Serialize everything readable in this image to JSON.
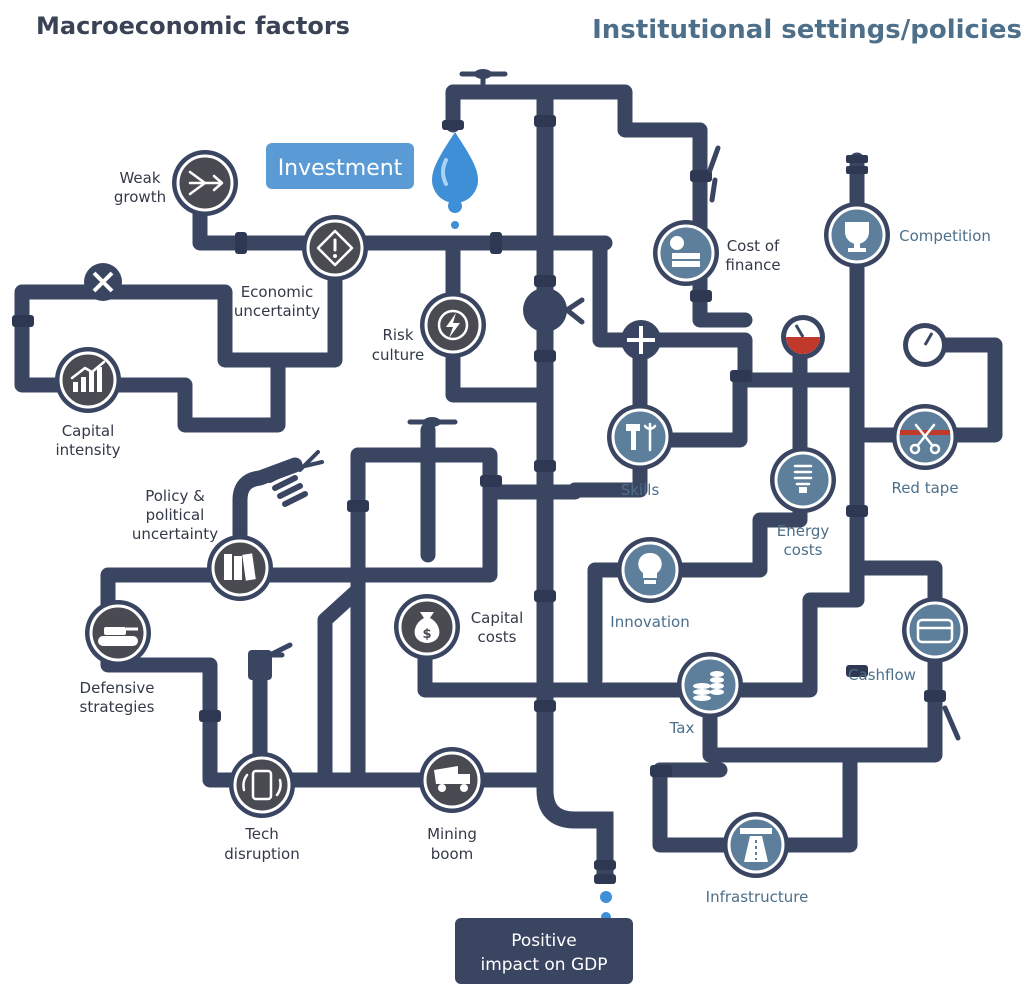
{
  "headers": {
    "left": "Macroeconomic factors",
    "right": "Institutional settings/policies"
  },
  "investment": "Investment",
  "output": {
    "line1": "Positive",
    "line2": "impact on GDP"
  },
  "macro_nodes": {
    "weak_growth": [
      "Weak",
      "growth"
    ],
    "economic_uncertainty": [
      "Economic",
      "uncertainty"
    ],
    "risk_culture": [
      "Risk",
      "culture"
    ],
    "capital_intensity": [
      "Capital",
      "intensity"
    ],
    "policy_uncertainty": [
      "Policy &",
      "political",
      "uncertainty"
    ],
    "defensive_strategies": [
      "Defensive",
      "strategies"
    ],
    "capital_costs": [
      "Capital",
      "costs"
    ],
    "tech_disruption": [
      "Tech",
      "disruption"
    ],
    "mining_boom": [
      "Mining",
      "boom"
    ]
  },
  "policy_nodes": {
    "cost_of_finance": [
      "Cost of",
      "finance"
    ],
    "competition": "Competition",
    "skills": "Skills",
    "red_tape": "Red tape",
    "energy_costs": [
      "Energy",
      "costs"
    ],
    "innovation": "Innovation",
    "cashflow": "Cashflow",
    "tax": "Tax",
    "infrastructure": "Infrastructure"
  },
  "colors": {
    "pipe": "#3a4562",
    "macro_node": "#4a4a52",
    "policy_node": "#5d7f9b",
    "water": "#3f8fd6",
    "investment_box": "#5b9bd5",
    "gauge_fill": "#c0392b"
  },
  "icons": {
    "weak_growth": "merge-arrows-icon",
    "economic_uncertainty": "warning-diamond-icon",
    "risk_culture": "lightning-icon",
    "capital_intensity": "rising-chart-icon",
    "policy_uncertainty": "books-icon",
    "defensive_strategies": "tank-icon",
    "capital_costs": "money-bag-icon",
    "tech_disruption": "phone-rotate-icon",
    "mining_boom": "dump-truck-icon",
    "cost_of_finance": "cash-stack-icon",
    "competition": "trophy-icon",
    "skills": "tools-icon",
    "red_tape": "scissors-icon",
    "energy_costs": "bulb-icon",
    "innovation": "lightbulb-icon",
    "cashflow": "wallet-icon",
    "tax": "coins-icon",
    "infrastructure": "road-icon"
  }
}
